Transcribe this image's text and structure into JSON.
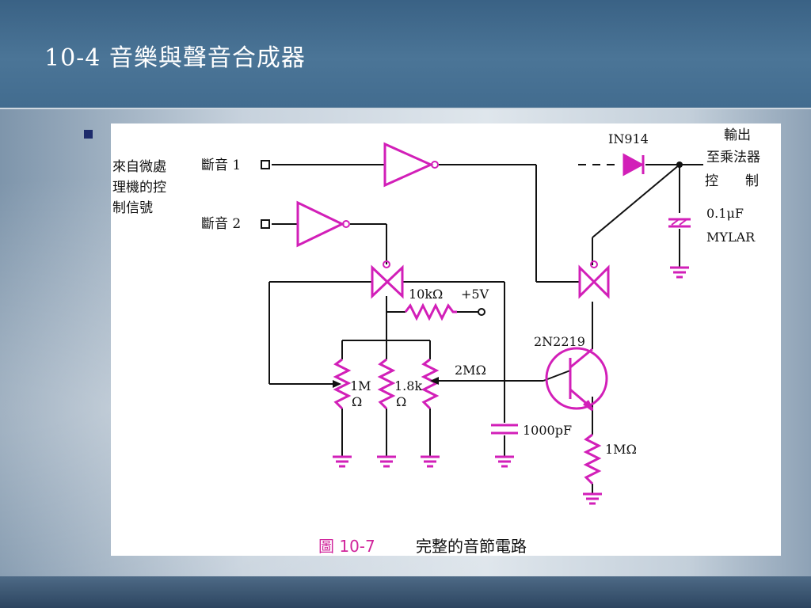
{
  "slide": {
    "title": "10-4 音樂與聲音合成器"
  },
  "figure": {
    "source_label": [
      "來自微處",
      "理機的控",
      "制信號"
    ],
    "input1": "斷音 1",
    "input2": "斷音 2",
    "diode": "IN914",
    "output_label": [
      "輸出",
      "至乘法器",
      "控　　制"
    ],
    "cap_top": [
      "0.1μF",
      "MYLAR"
    ],
    "r_10k": "10kΩ",
    "v_plus": "+5V",
    "transistor": "2N2219",
    "r_2m": "2MΩ",
    "r_1m_pot": [
      "1M",
      "Ω"
    ],
    "r_18k": [
      "1.8k",
      "Ω"
    ],
    "cap_1000": "1000pF",
    "r_1m_emitter": "1MΩ",
    "caption_number": "圖 10-7",
    "caption_text": "完整的音節電路"
  },
  "colors": {
    "component": "#d21fb8",
    "wire": "#111111",
    "title_bar": "#426c8f",
    "caption_number": "#d0249b"
  }
}
